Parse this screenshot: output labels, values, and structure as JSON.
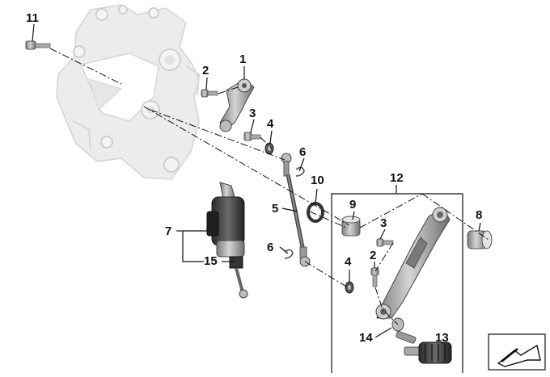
{
  "diagram": {
    "callouts": [
      {
        "id": "c1",
        "label": "1"
      },
      {
        "id": "c2a",
        "label": "2"
      },
      {
        "id": "c2b",
        "label": "2"
      },
      {
        "id": "c3a",
        "label": "3"
      },
      {
        "id": "c3b",
        "label": "3"
      },
      {
        "id": "c4a",
        "label": "4"
      },
      {
        "id": "c4b",
        "label": "4"
      },
      {
        "id": "c5",
        "label": "5"
      },
      {
        "id": "c6a",
        "label": "6"
      },
      {
        "id": "c6b",
        "label": "6"
      },
      {
        "id": "c7",
        "label": "7"
      },
      {
        "id": "c8",
        "label": "8"
      },
      {
        "id": "c9",
        "label": "9"
      },
      {
        "id": "c10",
        "label": "10"
      },
      {
        "id": "c11",
        "label": "11"
      },
      {
        "id": "c12",
        "label": "12"
      },
      {
        "id": "c13",
        "label": "13"
      },
      {
        "id": "c14",
        "label": "14"
      },
      {
        "id": "c15",
        "label": "15"
      }
    ],
    "colors": {
      "bracket_fill": "#ececec",
      "bracket_stroke": "#d6d6d6",
      "part_light": "#d9d9d9",
      "part_mid": "#9a9a9a",
      "part_dark": "#3a3a3a",
      "line": "#111111"
    },
    "icons": {
      "orientation": "direction-arrow-icon"
    }
  }
}
